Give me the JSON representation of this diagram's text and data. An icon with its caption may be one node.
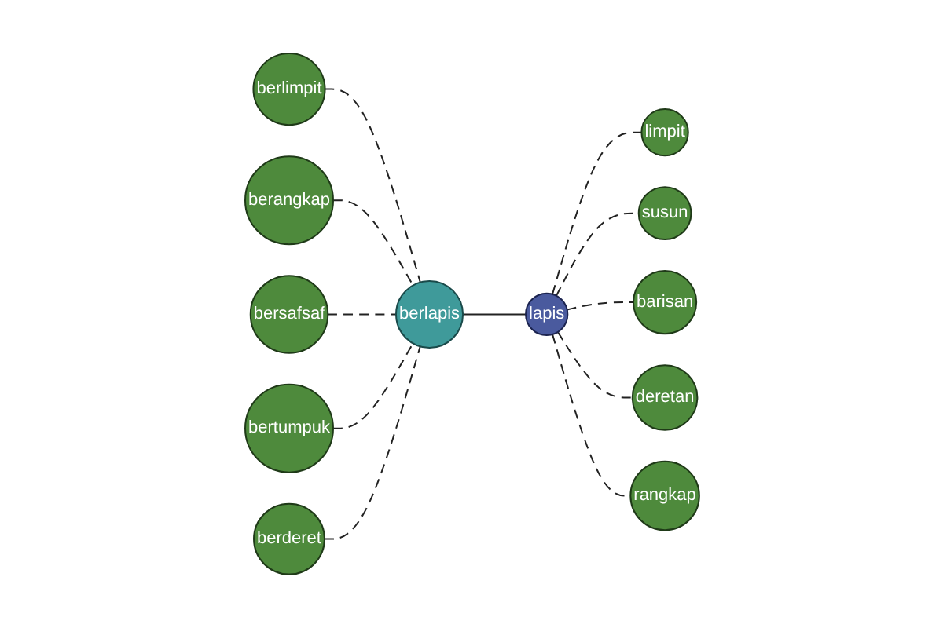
{
  "diagram": {
    "nodes": [
      {
        "text": [
          "limpit"
        ]
      },
      {
        "text": [
          "susun"
        ]
      },
      {
        "text": [
          "berangkap"
        ]
      },
      {
        "text": [
          "berlimpit"
        ]
      },
      {
        "text": [
          "barisan"
        ]
      },
      {
        "text": [
          "lapis"
        ]
      },
      {
        "text": [
          "deretan"
        ]
      },
      {
        "text": [
          "berlapis"
        ]
      },
      {
        "text": [
          "rangkap"
        ]
      },
      {
        "text": [
          "berderet"
        ]
      },
      {
        "text": [
          "bersafsaf"
        ]
      },
      {
        "text": [
          "bertumpuk"
        ]
      }
    ],
    "edges": [
      {
        "from": 3,
        "to": 7,
        "arrow": "none",
        "style": "dashed"
      },
      {
        "from": 2,
        "to": 7,
        "arrow": "none",
        "style": "dashed"
      },
      {
        "from": 10,
        "to": 7,
        "arrow": "none",
        "style": "dashed"
      },
      {
        "from": 11,
        "to": 7,
        "arrow": "none",
        "style": "dashed"
      },
      {
        "from": 9,
        "to": 7,
        "arrow": "none",
        "style": "dashed"
      },
      {
        "from": 7,
        "to": 5,
        "arrow": "none"
      },
      {
        "from": 5,
        "to": 0,
        "arrow": "none",
        "style": "dashed"
      },
      {
        "from": 5,
        "to": 1,
        "arrow": "none",
        "style": "dashed"
      },
      {
        "from": 5,
        "to": 4,
        "arrow": "none",
        "style": "dashed"
      },
      {
        "from": 5,
        "to": 6,
        "arrow": "none",
        "style": "dashed"
      },
      {
        "from": 5,
        "to": 8,
        "arrow": "none",
        "style": "dashed"
      }
    ]
  }
}
